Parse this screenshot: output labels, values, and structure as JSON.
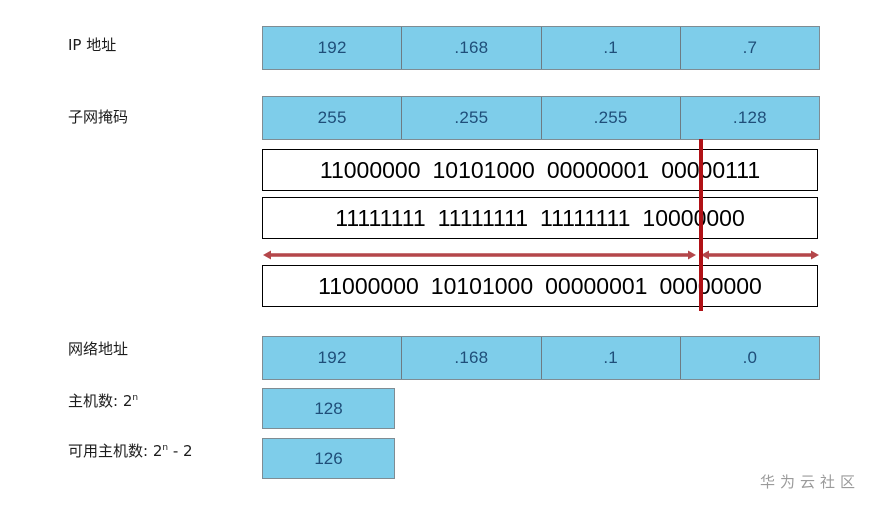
{
  "labels": {
    "ip_address": "IP 地址",
    "subnet_mask": "子网掩码",
    "network_address": "网络地址",
    "host_count_prefix": "主机数: 2",
    "host_count_exp": "n",
    "usable_host_prefix": "可用主机数: 2",
    "usable_host_exp": "n",
    "usable_host_suffix": " - 2"
  },
  "ip_address": {
    "octets": [
      "192",
      ".168",
      ".1",
      ".7"
    ]
  },
  "subnet_mask": {
    "octets": [
      "255",
      ".255",
      ".255",
      ".128"
    ]
  },
  "binary": {
    "ip": [
      "11000000",
      "10101000",
      "00000001",
      "00000111"
    ],
    "mask": [
      "11111111",
      "11111111",
      "11111111",
      "10000000"
    ],
    "network": [
      "11000000",
      "10101000",
      "00000001",
      "00000000"
    ]
  },
  "network_address": {
    "octets": [
      "192",
      ".168",
      ".1",
      ".0"
    ]
  },
  "host_count": {
    "value": "128"
  },
  "usable_host_count": {
    "value": "126"
  },
  "watermark": {
    "text": "华为云社区"
  },
  "colors": {
    "cell_fill": "#7ecdea",
    "cell_border": "#7f8c93",
    "cell_text": "#1f4e79",
    "binary_border": "#000000",
    "divider_red": "#b01116",
    "arrow_red": "#b4464a",
    "watermark_gray": "#9b9b9b"
  }
}
